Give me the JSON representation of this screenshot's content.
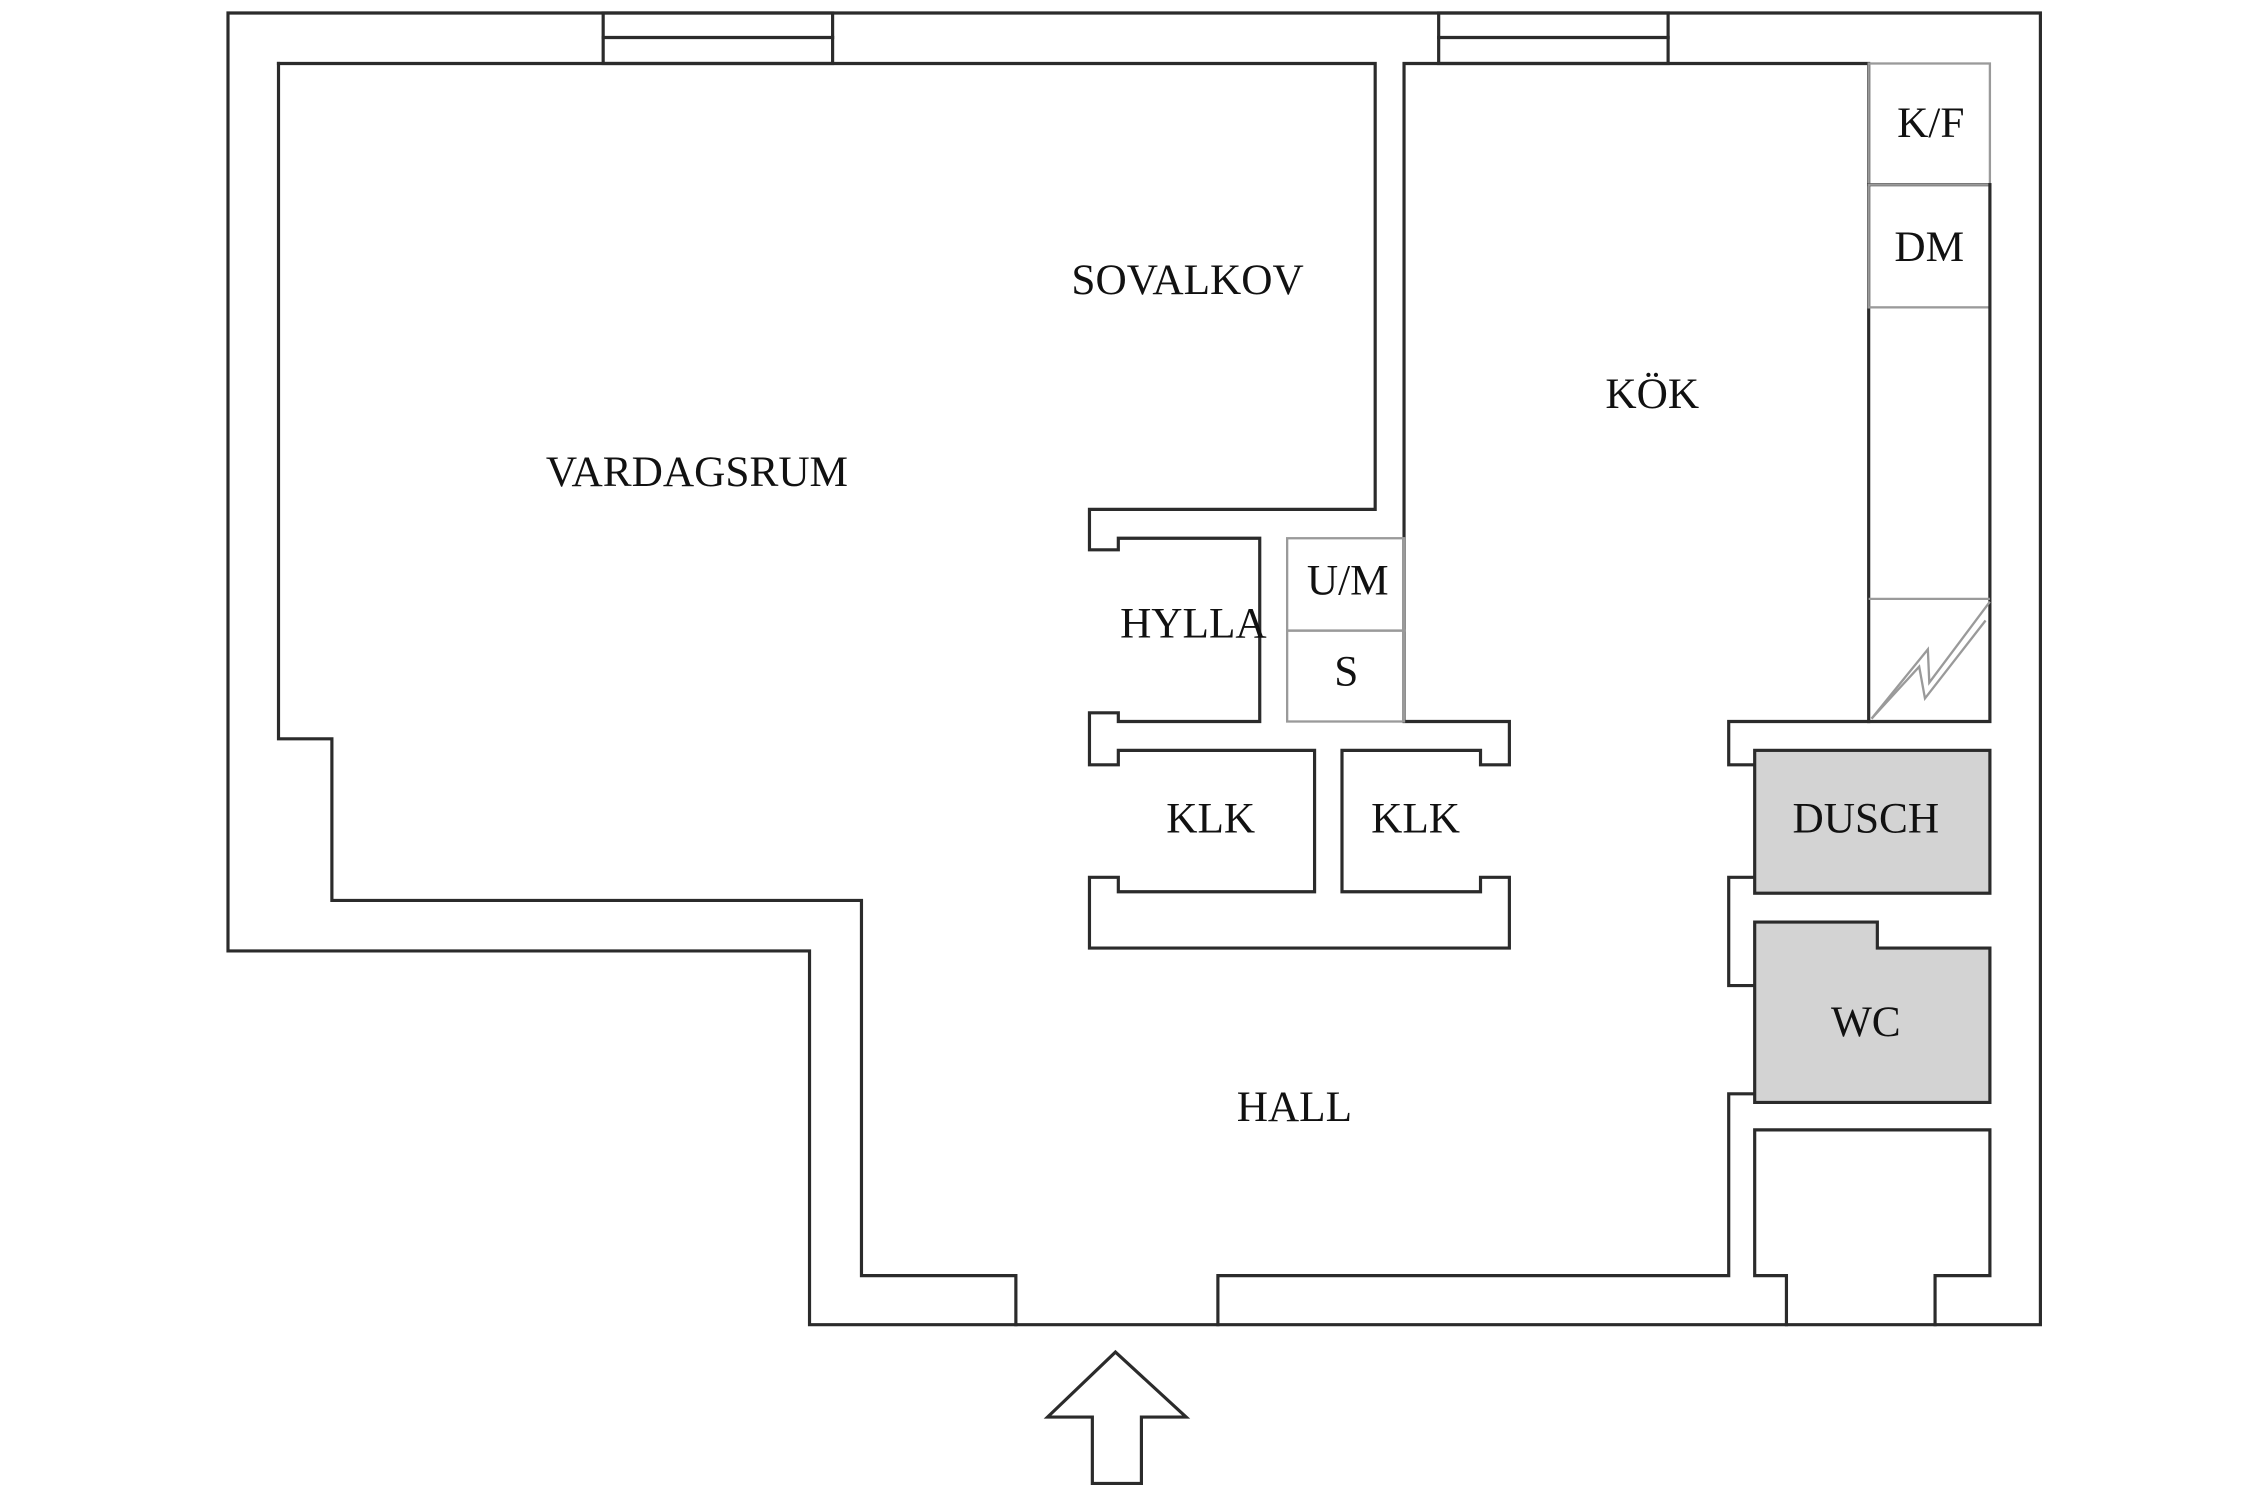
{
  "colors": {
    "wall": "#2b2b2b",
    "wet_room_fill": "#d3d3d3",
    "fixture_line": "#9a9a9a",
    "background": "#ffffff"
  },
  "rooms": {
    "vardagsrum": "VARDAGSRUM",
    "sovalkov": "SOVALKOV",
    "kok": "KÖK",
    "hylla": "HYLLA",
    "um": "U/M",
    "s": "S",
    "klk_left": "KLK",
    "klk_right": "KLK",
    "dusch": "DUSCH",
    "wc": "WC",
    "hall": "HALL",
    "kf": "K/F",
    "dm": "DM"
  },
  "icons": {
    "entrance": "entrance-arrow-icon",
    "electrical": "lightning-icon"
  }
}
